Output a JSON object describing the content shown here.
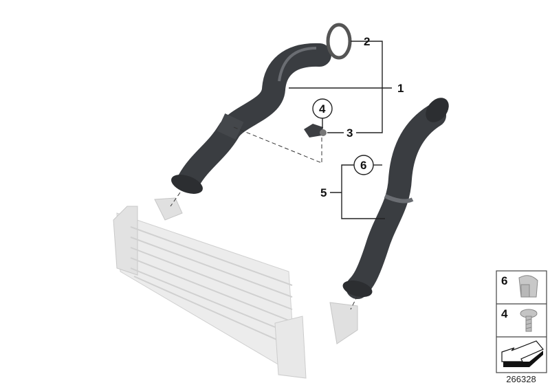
{
  "callouts": {
    "part1": "1",
    "part2": "2",
    "part3": "3",
    "part4": "4",
    "part5": "5",
    "part6": "6"
  },
  "legend": {
    "items": [
      {
        "number": "6",
        "icon": "clip-icon"
      },
      {
        "number": "4",
        "icon": "screw-icon"
      }
    ],
    "direction_icon": "arrow-front-icon"
  },
  "diagram_id": "266328",
  "colors": {
    "hose": "#3a3d41",
    "intercooler": "#e6e6e6",
    "line": "#222222"
  }
}
